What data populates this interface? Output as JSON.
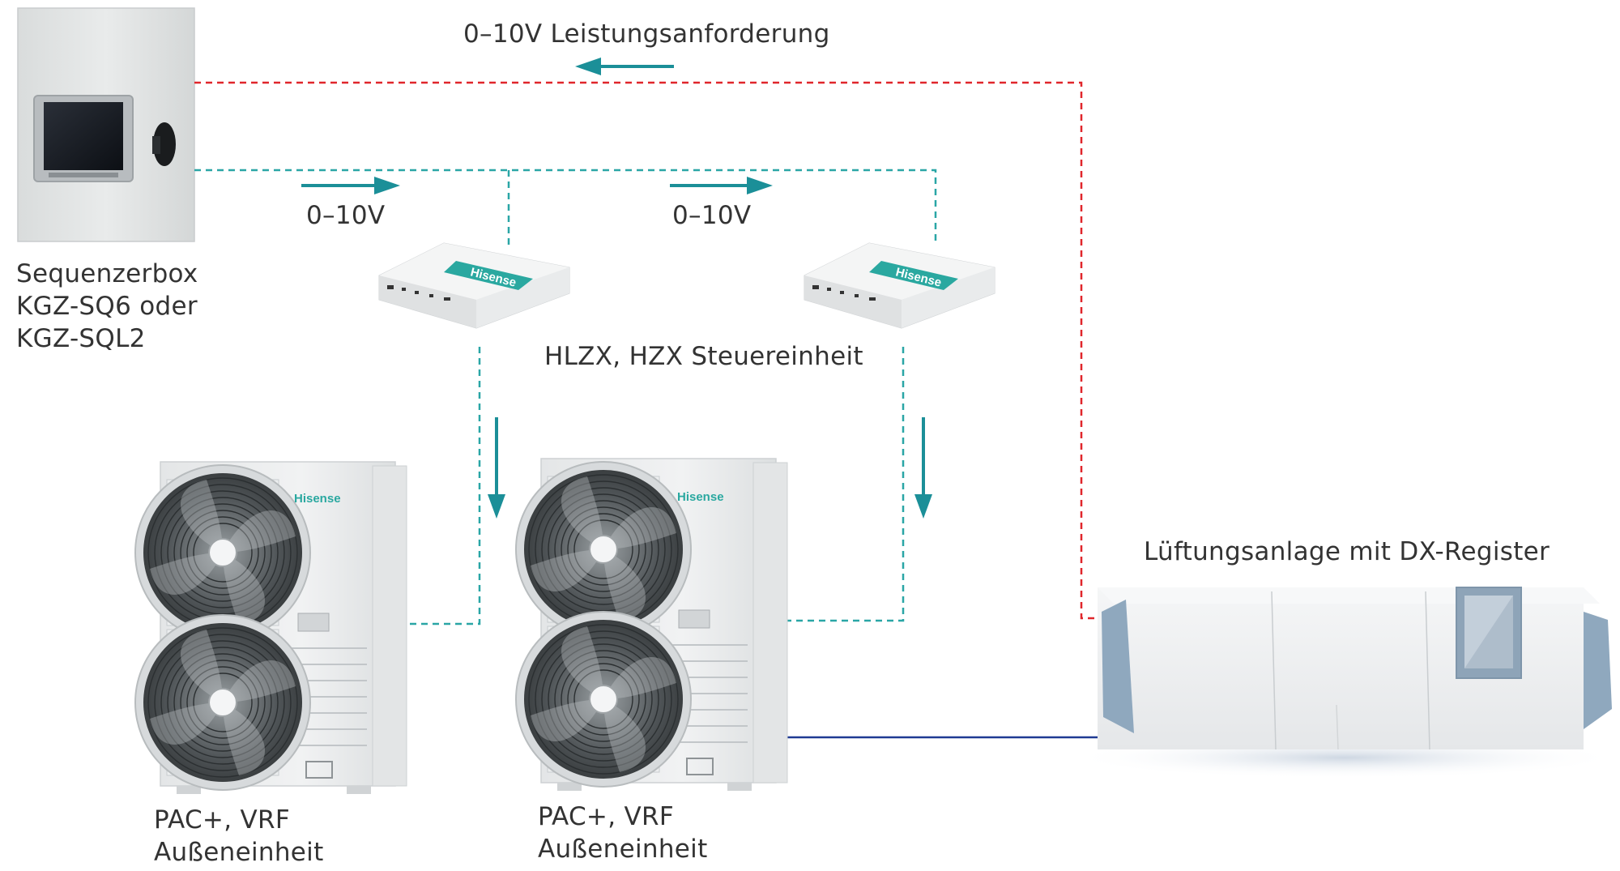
{
  "title": "0–10V Leistungsanforderung",
  "signal_label_1": "0–10V",
  "signal_label_2": "0–10V",
  "sequencer": {
    "line1": "Sequenzerbox",
    "line2": "KGZ-SQ6 oder",
    "line3": "KGZ-SQL2"
  },
  "control_unit_label": "HLZX, HZX Steuereinheit",
  "control_unit_brand": "Hisense",
  "outdoor_unit_1": {
    "line1": "PAC+, VRF",
    "line2": "Außeneinheit",
    "brand": "Hisense"
  },
  "outdoor_unit_2": {
    "line1": "PAC+, VRF",
    "line2": "Außeneinheit",
    "brand": "Hisense"
  },
  "ventilation_label": "Lüftungsanlage mit DX-Register",
  "colors": {
    "teal_line": "#2aa6a6",
    "arrow": "#1b8f98",
    "red_line": "#e0262b",
    "blue_line": "#1f3a93",
    "text": "#333333"
  }
}
